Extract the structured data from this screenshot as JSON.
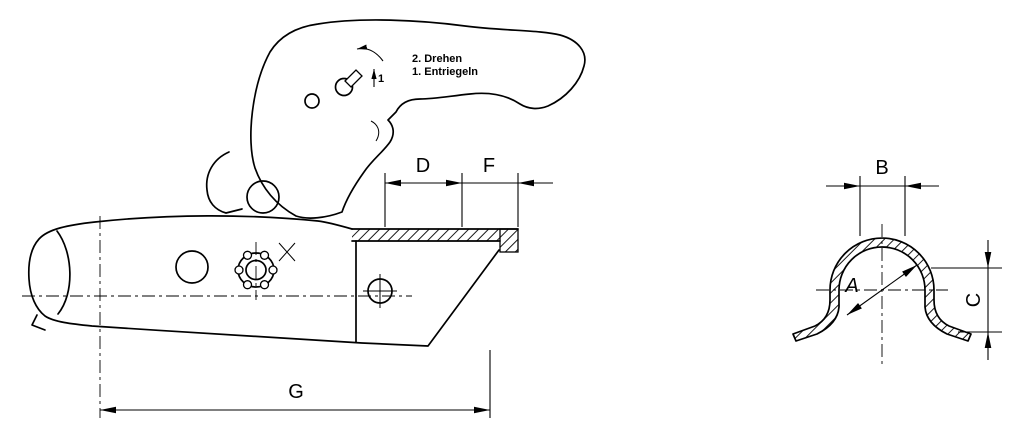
{
  "colors": {
    "line": "#000000",
    "background": "#ffffff"
  },
  "views": {
    "side": {
      "notes": {
        "rotate": "2. Drehen",
        "unlock": "1. Entriegeln",
        "step_marker": "1"
      },
      "dims": {
        "D": "D",
        "F": "F",
        "G": "G"
      }
    },
    "section": {
      "dims": {
        "B": "B",
        "A": "A",
        "C": "C"
      }
    }
  }
}
